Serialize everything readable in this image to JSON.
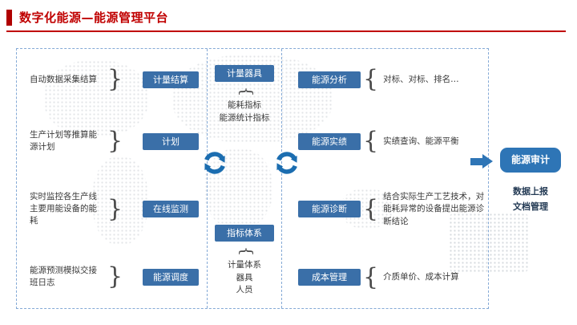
{
  "colors": {
    "accent_red": "#c00000",
    "button_blue": "#3a6fa8",
    "audit_blue": "#2e75b6",
    "sync_arrow_blue": "#1b6db0",
    "dashed_border_blue": "#84a9d6"
  },
  "header": {
    "title": "数字化能源—能源管理平台"
  },
  "glyphs": {
    "brace_close": "}",
    "brace_open": "{"
  },
  "left_column": {
    "items": [
      {
        "desc": "自动数据采集结算",
        "label": "计量结算"
      },
      {
        "desc": "生产计划等推算能源计划",
        "label": "计划"
      },
      {
        "desc": "实时监控各生产线主要用能设备的能耗",
        "label": "在线监测"
      },
      {
        "desc": "能源预测模拟交接班日志",
        "label": "能源调度"
      }
    ]
  },
  "middle_column": {
    "top_button": "计量器具",
    "top_note": "能耗指标\n能源统计指标",
    "bottom_button": "指标体系",
    "bottom_note": "计量体系\n器具\n人员"
  },
  "right_column": {
    "items": [
      {
        "label": "能源分析",
        "desc": "对标、对标、排名…"
      },
      {
        "label": "能源实绩",
        "desc": "实绩查询、能源平衡"
      },
      {
        "label": "能源诊断",
        "desc": "结合实际生产工艺技术，对能耗异常的设备提出能源诊断结论"
      },
      {
        "label": "成本管理",
        "desc": "介质单价、成本计算"
      }
    ]
  },
  "audit": {
    "label": "能源审计",
    "note": "数据上报\n文档管理"
  }
}
